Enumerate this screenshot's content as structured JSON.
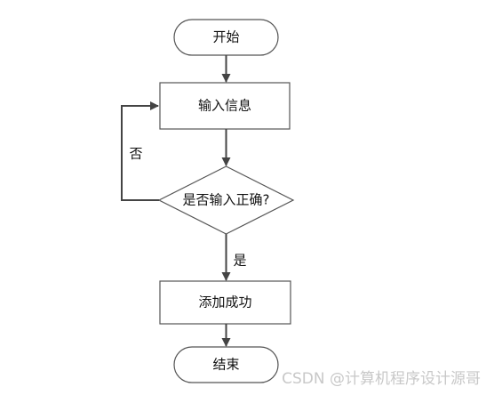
{
  "flowchart": {
    "start": "开始",
    "input": "输入信息",
    "decision": "是否输入正确?",
    "no_label": "否",
    "yes_label": "是",
    "success": "添加成功",
    "end": "结束"
  },
  "watermark": "CSDN @计算机程序设计源哥"
}
